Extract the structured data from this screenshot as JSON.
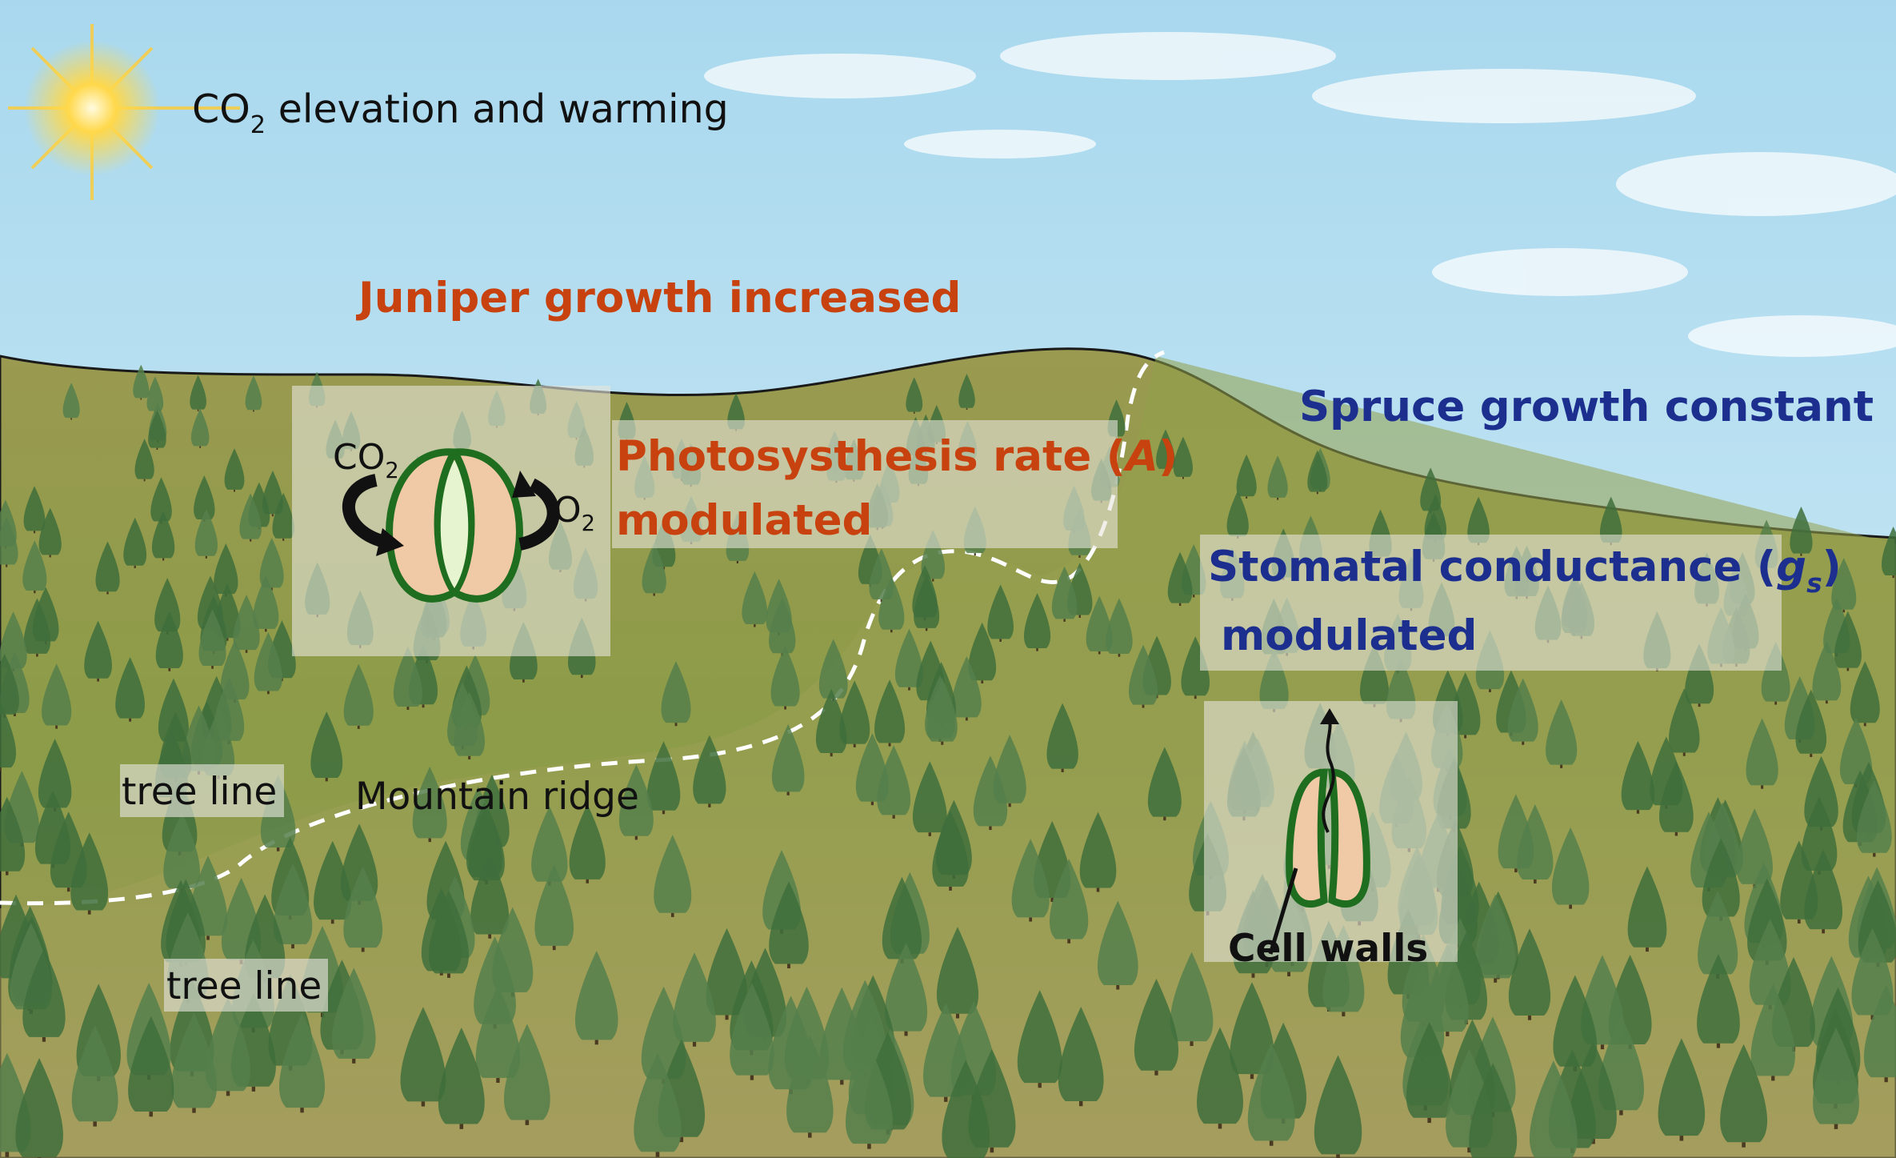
{
  "title_line": {
    "prefix": "CO",
    "sub": "2",
    "suffix": " elevation and warming"
  },
  "juniper": {
    "heading": "Juniper growth increased",
    "line1_text": "Photosysthesis rate (",
    "line1_symbol": "A",
    "line1_close": ")",
    "line2": "modulated",
    "input_prefix": "CO",
    "input_sub": "2",
    "output_prefix": "O",
    "output_sub": "2"
  },
  "spruce": {
    "heading": "Spruce growth constant",
    "line1_text": "Stomatal conductance (",
    "line1_symbol": "g",
    "line1_symbol_sub": "s",
    "line1_close": ")",
    "line2": "modulated",
    "cell_walls": "Cell walls"
  },
  "landscape": {
    "treeline_upper": "tree line",
    "treeline_lower": "tree line",
    "ridge": "Mountain ridge"
  },
  "colors": {
    "juniper_text": "#c8420f",
    "spruce_text": "#1c2f8f",
    "label_text": "#111111",
    "sky": "#bfe4f2",
    "hill": "#8f9a4c",
    "tree": "#3f6e3c",
    "guard_cell_fill": "#f0c9a6",
    "guard_cell_edge": "#1f6d1f"
  },
  "icons": [
    "sun-icon",
    "stoma-open-icon",
    "stoma-closed-icon",
    "arrow-curve-icon"
  ]
}
